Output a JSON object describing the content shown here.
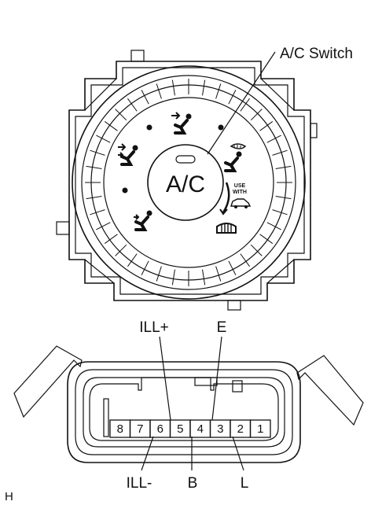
{
  "labels": {
    "switch_callout": "A/C Switch",
    "button": "A/C",
    "use_with_1": "USE",
    "use_with_2": "WITH",
    "figure_code": "H"
  },
  "terminals": {
    "top": [
      "ILL+",
      "E"
    ],
    "bottom": [
      "ILL-",
      "B",
      "L"
    ]
  },
  "pins": [
    "8",
    "7",
    "6",
    "5",
    "4",
    "3",
    "2",
    "1"
  ],
  "icons": [
    "face-vent-icon",
    "bi-level-vent-icon",
    "foot-vent-icon",
    "foot-defrost-icon",
    "rear-defrost-icon",
    "car-icon"
  ]
}
